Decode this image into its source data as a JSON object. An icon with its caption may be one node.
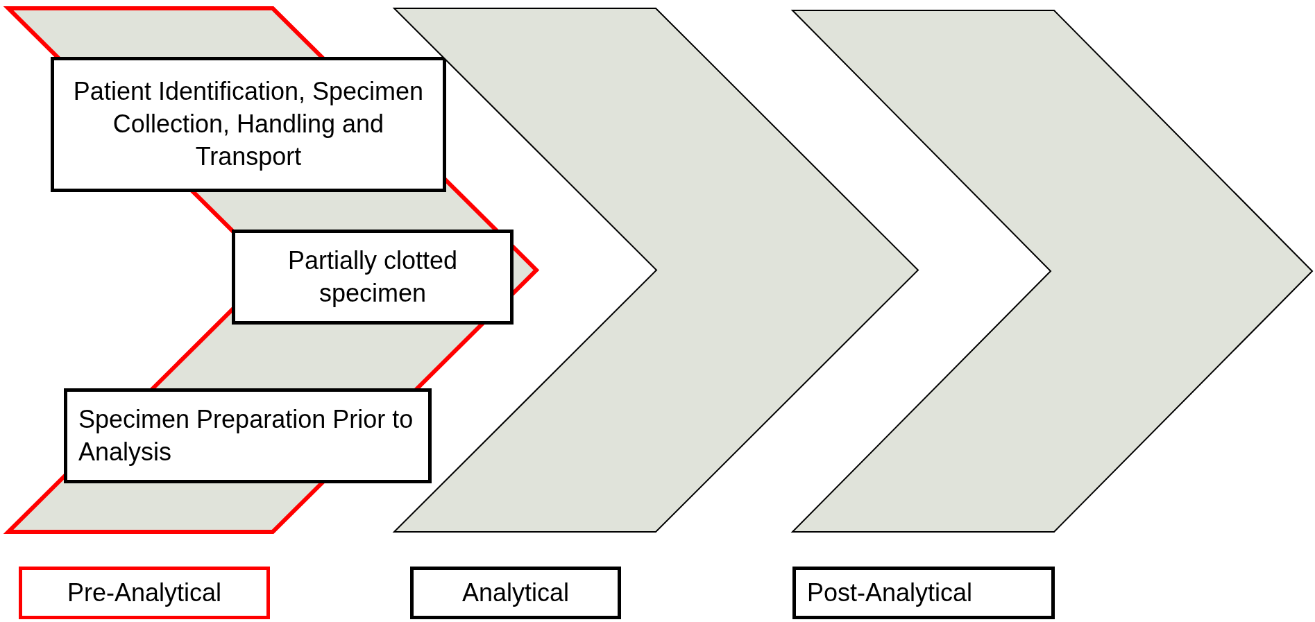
{
  "diagram": {
    "nodes": [
      {
        "text": [],
        "shape": "chevron"
      },
      {
        "text": [],
        "shape": "chevron"
      },
      {
        "text": [],
        "shape": "chevron"
      },
      {
        "text": [
          "Patient Identification, Specimen Collection, Handling and Transport"
        ],
        "in": 0
      },
      {
        "text": [
          "Partially clotted specimen"
        ],
        "in": 0
      },
      {
        "text": [
          "Specimen Preparation Prior to Analysis"
        ],
        "in": 0
      },
      {
        "text": [
          "Pre-Analytical"
        ]
      },
      {
        "text": [
          "Analytical"
        ]
      },
      {
        "text": [
          "Post-Analytical"
        ]
      }
    ]
  }
}
